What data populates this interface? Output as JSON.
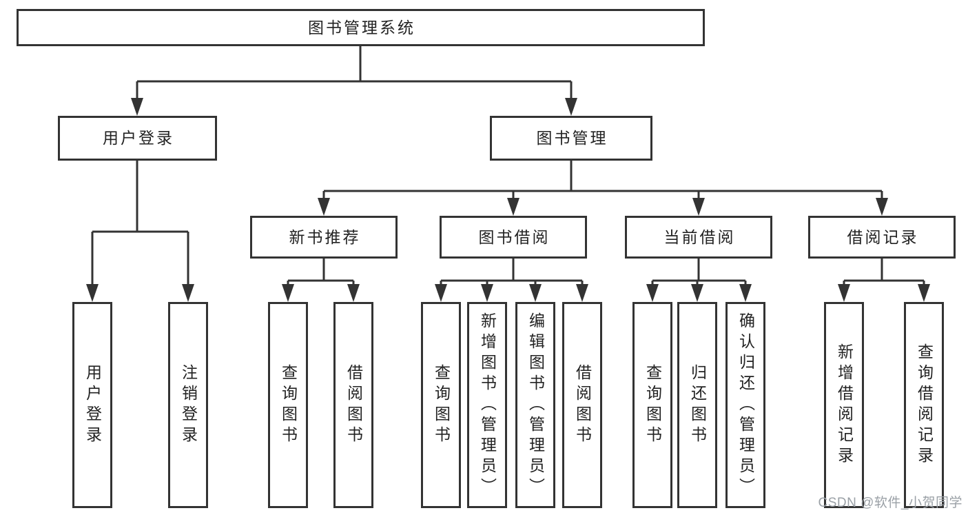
{
  "diagram": {
    "type": "tree",
    "root": {
      "label": "图书管理系统"
    },
    "level2": [
      {
        "label": "用户登录",
        "parent": "图书管理系统"
      },
      {
        "label": "图书管理",
        "parent": "图书管理系统"
      }
    ],
    "level3": [
      {
        "label": "新书推荐",
        "parent": "图书管理"
      },
      {
        "label": "图书借阅",
        "parent": "图书管理"
      },
      {
        "label": "当前借阅",
        "parent": "图书管理"
      },
      {
        "label": "借阅记录",
        "parent": "图书管理"
      }
    ],
    "leaves": [
      {
        "label": "用户登录",
        "parent": "用户登录"
      },
      {
        "label": "注销登录",
        "parent": "用户登录"
      },
      {
        "label": "查询图书",
        "parent": "新书推荐"
      },
      {
        "label": "借阅图书",
        "parent": "新书推荐"
      },
      {
        "label": "查询图书",
        "parent": "图书借阅"
      },
      {
        "label": "新增图书（管理员）",
        "parent": "图书借阅"
      },
      {
        "label": "编辑图书（管理员）",
        "parent": "图书借阅"
      },
      {
        "label": "借阅图书",
        "parent": "图书借阅"
      },
      {
        "label": "查询图书",
        "parent": "当前借阅"
      },
      {
        "label": "归还图书",
        "parent": "当前借阅"
      },
      {
        "label": "确认归还（管理员）",
        "parent": "当前借阅"
      },
      {
        "label": "新增借阅记录",
        "parent": "借阅记录"
      },
      {
        "label": "查询借阅记录",
        "parent": "借阅记录"
      }
    ],
    "colors": {
      "line": "#333333",
      "box_border": "#333333",
      "text": "#222222",
      "background": "#ffffff",
      "watermark": "#9aa0a6"
    }
  },
  "watermark": {
    "text": "CSDN @软件_小贺同学"
  }
}
